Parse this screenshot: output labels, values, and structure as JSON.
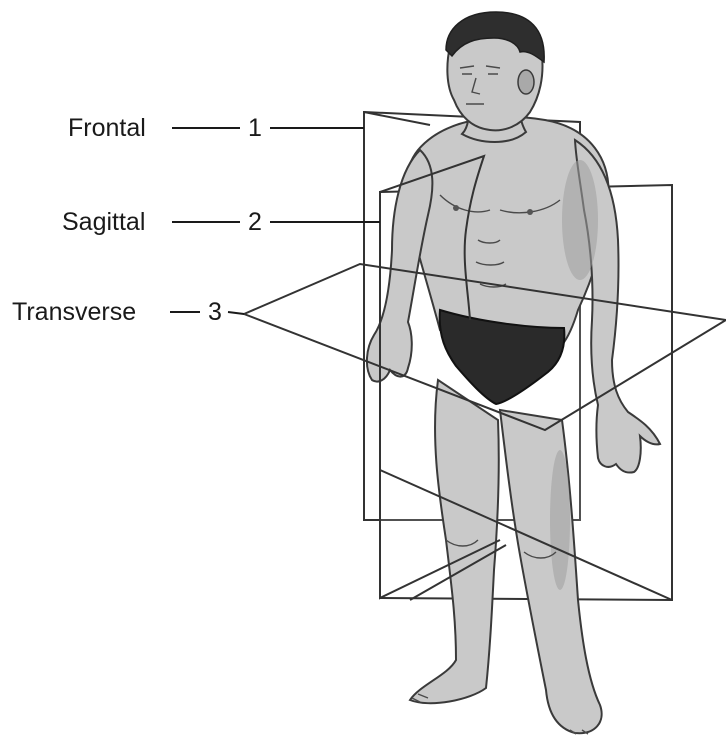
{
  "diagram": {
    "labels": [
      {
        "term": "Frontal",
        "number": "1"
      },
      {
        "term": "Sagittal",
        "number": "2"
      },
      {
        "term": "Transverse",
        "number": "3"
      }
    ],
    "colors": {
      "skin": "#c9c9c9",
      "hair": "#2e2e2e",
      "briefs": "#2a2a2a",
      "lines": "#1a1a1a"
    }
  }
}
